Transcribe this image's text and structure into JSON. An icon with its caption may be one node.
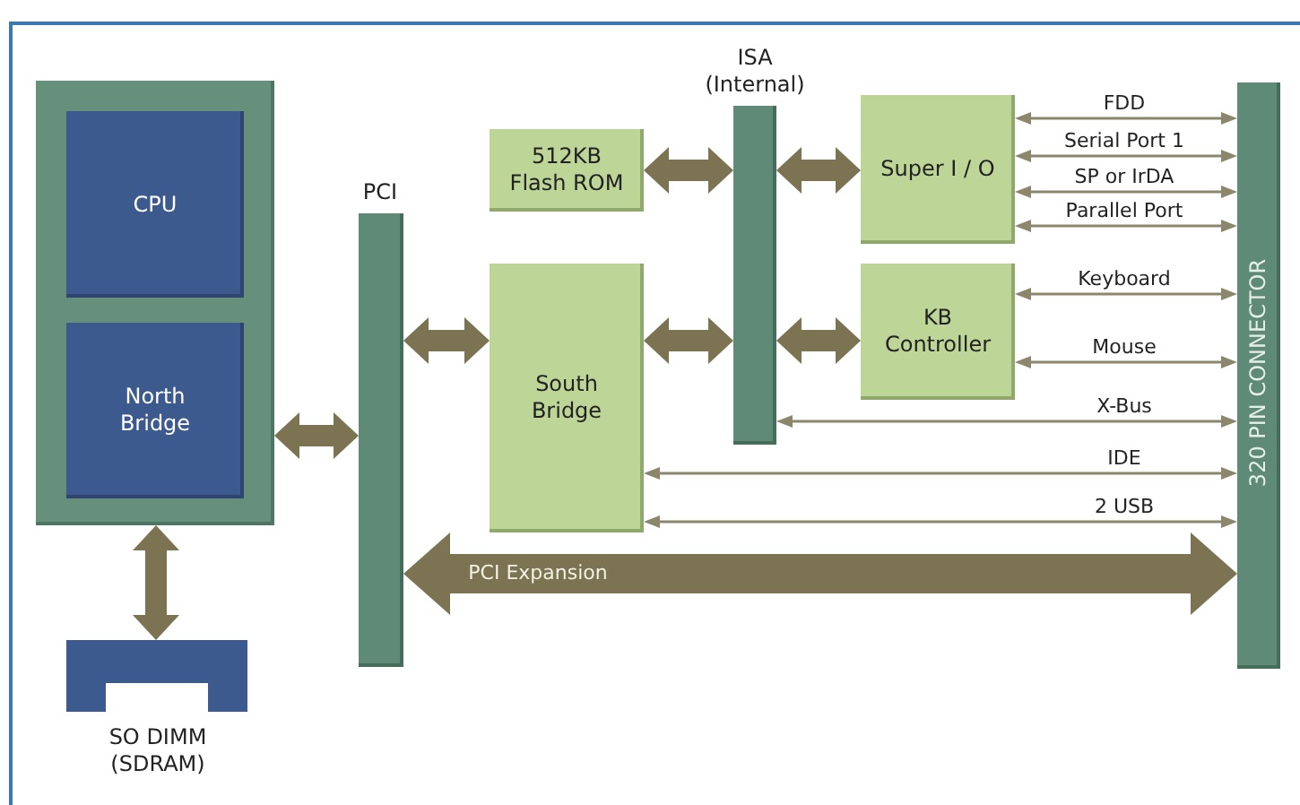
{
  "diagram": {
    "nodes": [
      {
        "text": [],
        "shape": "box"
      },
      {
        "text": [
          "CPU"
        ],
        "in": 0
      },
      {
        "text": [
          "North Bridge"
        ],
        "in": 0
      },
      {
        "text": [
          "SO DIMM (SDRAM)"
        ]
      },
      {
        "text": [
          "PCI"
        ]
      },
      {
        "text": [
          "512KB Flash ROM"
        ]
      },
      {
        "text": [
          "South Bridge"
        ]
      },
      {
        "text": [
          "ISA (Internal)"
        ]
      },
      {
        "text": [
          "Super I / O"
        ]
      },
      {
        "text": [
          "KB Controller"
        ]
      },
      {
        "text": [
          "320 PIN CONNECTOR"
        ]
      }
    ],
    "edges": [
      {
        "from": 0,
        "to": 4,
        "arrow": "both",
        "style": "thick"
      },
      {
        "from": 0,
        "to": 3,
        "arrow": "both",
        "style": "thick"
      },
      {
        "from": 4,
        "to": 6,
        "arrow": "both",
        "style": "thick"
      },
      {
        "from": 5,
        "to": 7,
        "arrow": "both",
        "style": "thick"
      },
      {
        "from": 6,
        "to": 7,
        "arrow": "both",
        "style": "thick"
      },
      {
        "from": 7,
        "to": 8,
        "arrow": "both",
        "style": "thick"
      },
      {
        "from": 7,
        "to": 9,
        "arrow": "both",
        "style": "thick"
      },
      {
        "from": 8,
        "to": 10,
        "arrow": "both",
        "label": "FDD"
      },
      {
        "from": 8,
        "to": 10,
        "arrow": "both",
        "label": "Serial Port 1"
      },
      {
        "from": 8,
        "to": 10,
        "arrow": "both",
        "label": "SP or IrDA"
      },
      {
        "from": 8,
        "to": 10,
        "arrow": "both",
        "label": "Parallel Port"
      },
      {
        "from": 9,
        "to": 10,
        "arrow": "both",
        "label": "Keyboard"
      },
      {
        "from": 9,
        "to": 10,
        "arrow": "both",
        "label": "Mouse"
      },
      {
        "from": 7,
        "to": 10,
        "arrow": "both",
        "label": "X-Bus"
      },
      {
        "from": 6,
        "to": 10,
        "arrow": "both",
        "label": "IDE"
      },
      {
        "from": 6,
        "to": 10,
        "arrow": "both",
        "label": "2 USB"
      },
      {
        "from": 4,
        "to": 10,
        "arrow": "both",
        "label": "PCI Expansion",
        "style": "thick"
      }
    ]
  }
}
